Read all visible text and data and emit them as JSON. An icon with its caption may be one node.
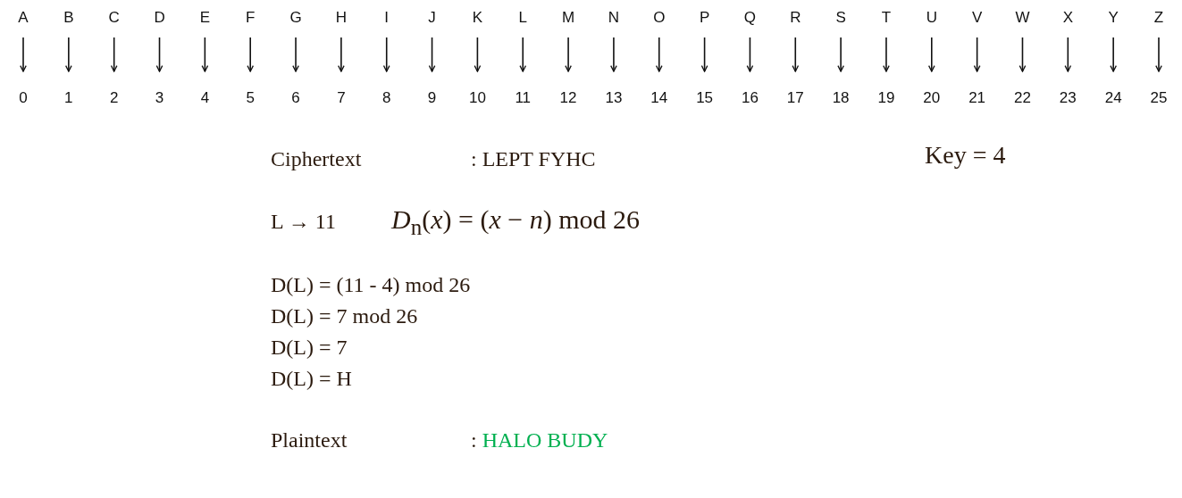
{
  "diagram": {
    "nodes": [
      {
        "text": [
          "A"
        ]
      },
      {
        "text": [
          "B"
        ]
      },
      {
        "text": [
          "C"
        ]
      },
      {
        "text": [
          "D"
        ]
      },
      {
        "text": [
          "E"
        ]
      },
      {
        "text": [
          "F"
        ]
      },
      {
        "text": [
          "G"
        ]
      },
      {
        "text": [
          "H"
        ]
      },
      {
        "text": [
          "I"
        ]
      },
      {
        "text": [
          "J"
        ]
      },
      {
        "text": [
          "K"
        ]
      },
      {
        "text": [
          "L"
        ]
      },
      {
        "text": [
          "M"
        ]
      },
      {
        "text": [
          "N"
        ]
      },
      {
        "text": [
          "O"
        ]
      },
      {
        "text": [
          "P"
        ]
      },
      {
        "text": [
          "Q"
        ]
      },
      {
        "text": [
          "R"
        ]
      },
      {
        "text": [
          "S"
        ]
      },
      {
        "text": [
          "T"
        ]
      },
      {
        "text": [
          "U"
        ]
      },
      {
        "text": [
          "V"
        ]
      },
      {
        "text": [
          "W"
        ]
      },
      {
        "text": [
          "X"
        ]
      },
      {
        "text": [
          "Y"
        ]
      },
      {
        "text": [
          "Z"
        ]
      },
      {
        "text": [
          "0"
        ]
      },
      {
        "text": [
          "1"
        ]
      },
      {
        "text": [
          "2"
        ]
      },
      {
        "text": [
          "3"
        ]
      },
      {
        "text": [
          "4"
        ]
      },
      {
        "text": [
          "5"
        ]
      },
      {
        "text": [
          "6"
        ]
      },
      {
        "text": [
          "7"
        ]
      },
      {
        "text": [
          "8"
        ]
      },
      {
        "text": [
          "9"
        ]
      },
      {
        "text": [
          "10"
        ]
      },
      {
        "text": [
          "11"
        ]
      },
      {
        "text": [
          "12"
        ]
      },
      {
        "text": [
          "13"
        ]
      },
      {
        "text": [
          "14"
        ]
      },
      {
        "text": [
          "15"
        ]
      },
      {
        "text": [
          "16"
        ]
      },
      {
        "text": [
          "17"
        ]
      },
      {
        "text": [
          "18"
        ]
      },
      {
        "text": [
          "19"
        ]
      },
      {
        "text": [
          "20"
        ]
      },
      {
        "text": [
          "21"
        ]
      },
      {
        "text": [
          "22"
        ]
      },
      {
        "text": [
          "23"
        ]
      },
      {
        "text": [
          "24"
        ]
      },
      {
        "text": [
          "25"
        ]
      }
    ],
    "edges": [
      {
        "from": 0,
        "to": 26,
        "arrow": "to"
      },
      {
        "from": 1,
        "to": 27,
        "arrow": "to"
      },
      {
        "from": 2,
        "to": 28,
        "arrow": "to"
      },
      {
        "from": 3,
        "to": 29,
        "arrow": "to"
      },
      {
        "from": 4,
        "to": 30,
        "arrow": "to"
      },
      {
        "from": 5,
        "to": 31,
        "arrow": "to"
      },
      {
        "from": 6,
        "to": 32,
        "arrow": "to"
      },
      {
        "from": 7,
        "to": 33,
        "arrow": "to"
      },
      {
        "from": 8,
        "to": 34,
        "arrow": "to"
      },
      {
        "from": 9,
        "to": 35,
        "arrow": "to"
      },
      {
        "from": 10,
        "to": 36,
        "arrow": "to"
      },
      {
        "from": 11,
        "to": 37,
        "arrow": "to"
      },
      {
        "from": 12,
        "to": 38,
        "arrow": "to"
      },
      {
        "from": 13,
        "to": 39,
        "arrow": "to"
      },
      {
        "from": 14,
        "to": 40,
        "arrow": "to"
      },
      {
        "from": 15,
        "to": 41,
        "arrow": "to"
      },
      {
        "from": 16,
        "to": 42,
        "arrow": "to"
      },
      {
        "from": 17,
        "to": 43,
        "arrow": "to"
      },
      {
        "from": 18,
        "to": 44,
        "arrow": "to"
      },
      {
        "from": 19,
        "to": 45,
        "arrow": "to"
      },
      {
        "from": 20,
        "to": 46,
        "arrow": "to"
      },
      {
        "from": 21,
        "to": 47,
        "arrow": "to"
      },
      {
        "from": 22,
        "to": 48,
        "arrow": "to"
      },
      {
        "from": 23,
        "to": 49,
        "arrow": "to"
      },
      {
        "from": 24,
        "to": 50,
        "arrow": "to"
      },
      {
        "from": 25,
        "to": 51,
        "arrow": "to"
      }
    ],
    "labels": [
      "Ciphertext",
      ": LEPT FYHC",
      "Key = 4",
      "L → 11",
      "*D*$_{n}$(*x*) = (*x* − *n*) mod 26",
      "D(L) = (11 - 4) mod 26",
      "D(L) = 7 mod 26",
      "D(L) = 7",
      "D(L) = H",
      "Plaintext",
      ": HALO BUDY"
    ]
  }
}
